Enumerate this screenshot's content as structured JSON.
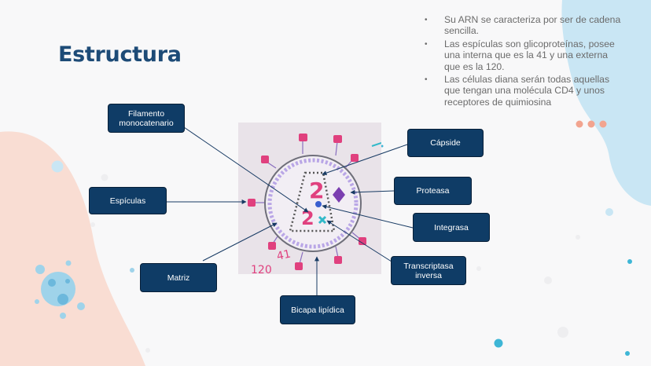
{
  "slide": {
    "title": "Estructura",
    "bullets": [
      "Su ARN se caracteriza por ser de cadena sencilla.",
      "Las espículas son glicoproteínas, posee una interna que es la 41 y una externa que es la 120.",
      "Las células diana serán todas aquellas que tengan una molécula CD4 y  unos receptores de quimiosina"
    ],
    "bullet_glyph": "•"
  },
  "labels": {
    "filamento": "Filamento monocatenario",
    "espiculas": "Espículas",
    "matriz": "Matriz",
    "bicapa": "Bicapa lipídica",
    "capside": "Cápside",
    "proteasa": "Proteasa",
    "integrasa": "Integrasa",
    "transcriptasa": "Transcriptasa inversa"
  },
  "drawing": {
    "gp41": "41",
    "gp120": "120",
    "rna_glyph": "2"
  },
  "colors": {
    "title": "#1d4b77",
    "label_fill": "#0f3c66",
    "arrow": "#173a63",
    "peach": "#f9ddd3",
    "light_blue": "#c9e6f4",
    "accent_orange": "#f2a48f",
    "spike": "#e0407e",
    "membrane": "#b9a6e6"
  }
}
